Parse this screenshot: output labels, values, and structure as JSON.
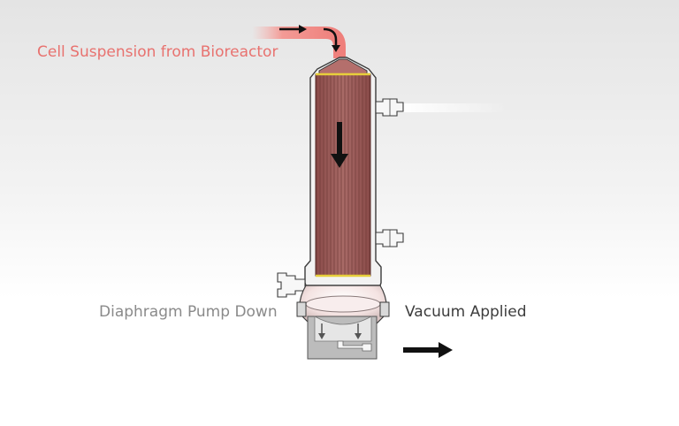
{
  "labels": {
    "inlet": "Cell Suspension from Bioreactor",
    "pump": "Diaphragm Pump Down",
    "vacuum": "Vacuum Applied"
  },
  "colors": {
    "feed_tube": "#ef7f7b",
    "inlet_text": "#e8726f",
    "fiber_bundle": "#9a5a58",
    "fiber_line": "#6f3836",
    "tube_sheet": "#e7cf3b",
    "housing_outline": "#3b3b3b",
    "base_block": "#bcbcbc",
    "arrow": "#111111"
  },
  "icons": {
    "inlet_arrow": "arrow-right-icon",
    "inlet_turn_arrow": "arrow-down-curved-icon",
    "flow_arrow": "arrow-down-icon",
    "pump_arrows": "arrow-down-icon",
    "vacuum_arrow": "arrow-right-icon"
  }
}
